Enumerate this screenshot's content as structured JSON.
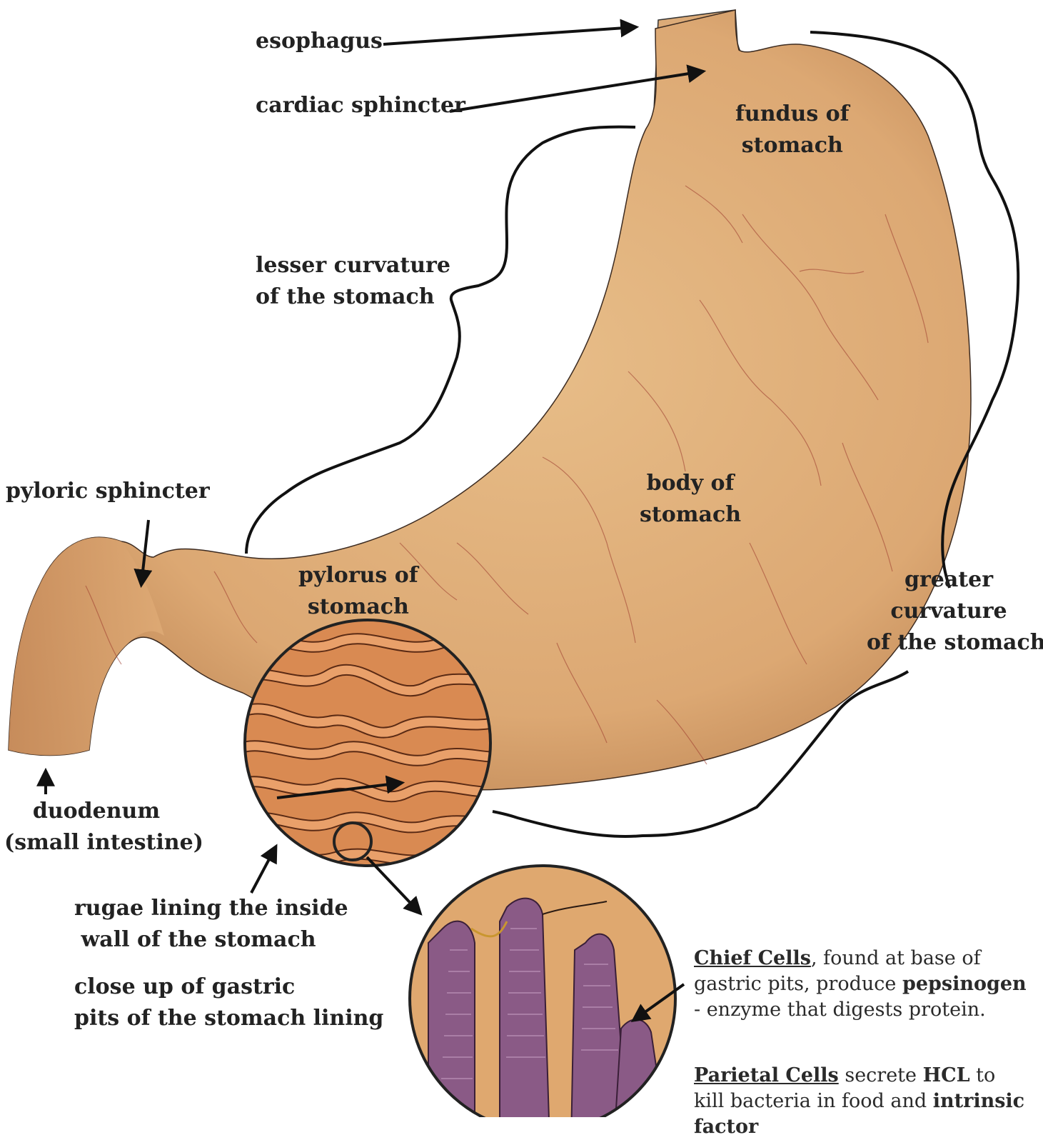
{
  "labels": {
    "esophagus": "esophagus",
    "cardiac_sphincter": "cardiac sphincter",
    "fundus": [
      "fundus of",
      "stomach"
    ],
    "lesser_curvature": [
      "lesser curvature",
      "of the stomach"
    ],
    "body": [
      "body of",
      "stomach"
    ],
    "pyloric_sphincter": "pyloric sphincter",
    "pylorus": [
      "pylorus of",
      "stomach"
    ],
    "greater_curvature": [
      "greater",
      "curvature",
      "of the stomach"
    ],
    "duodenum": [
      "duodenum",
      "(small intestine)"
    ],
    "rugae": [
      "rugae lining the inside",
      "wall of the stomach"
    ],
    "gastric_pits": [
      "close up of gastric",
      "pits of the stomach lining"
    ]
  },
  "notes": {
    "chief": {
      "title": "Chief Cells",
      "text1": ", found at base of gastric pits, produce ",
      "bold1": "pepsinogen",
      "text2": " - enzyme that digests protein."
    },
    "parietal": {
      "title": "Parietal Cells",
      "text1": " secrete ",
      "bold1": "HCL",
      "text2": " to kill bacteria in food and ",
      "bold2": "intrinsic factor"
    }
  },
  "colors": {
    "stomach": "#dca873",
    "stomach_shadow": "#b9804f",
    "rugae": "#d98a52",
    "pit_tissue": "#8a5a86",
    "vein": "#9c3b2e",
    "line": "#111111"
  }
}
